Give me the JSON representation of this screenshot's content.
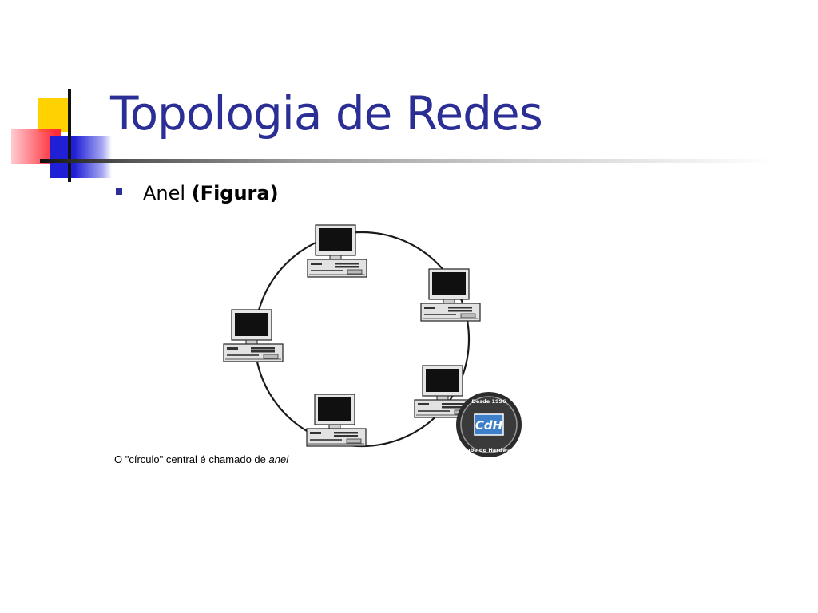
{
  "slide": {
    "title": "Topologia de Redes",
    "bullet": {
      "text": "Anel",
      "bold_text": "(Figura)"
    },
    "caption": {
      "text": "O \"círculo\" central é chamado de",
      "italic_text": "anel"
    },
    "logo": {
      "top_text": "Desde 1996",
      "monogram": "CdH",
      "bottom_text": "Clube do Hardware"
    }
  },
  "colors": {
    "title": "#2b2f95",
    "bullet": "#2b2f95",
    "accent_yellow": "#ffd200",
    "accent_red": "#ff2b38",
    "accent_blue": "#1f1fd6"
  },
  "icons": [
    "computer-icon",
    "bullet-square-icon",
    "clube-do-hardware-logo"
  ]
}
